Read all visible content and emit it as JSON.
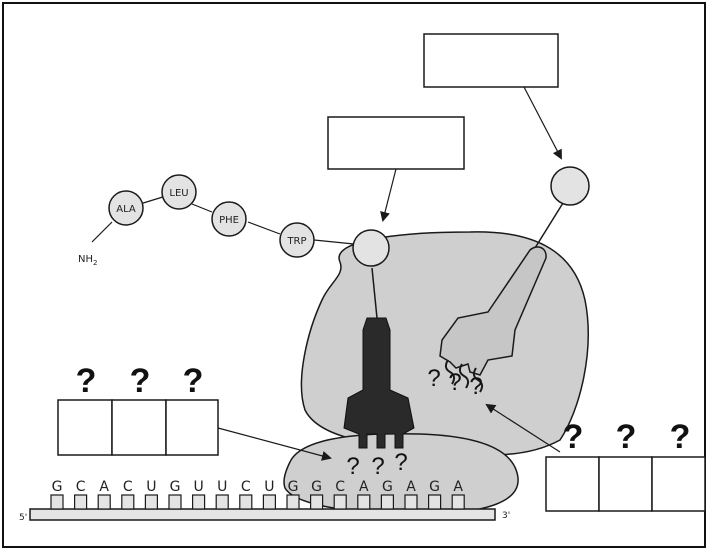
{
  "peptide": {
    "amino_acids": [
      "ALA",
      "LEU",
      "PHE",
      "TRP"
    ],
    "terminus": "NH",
    "terminus_sub": "2"
  },
  "mrna": {
    "sequence": [
      "G",
      "C",
      "A",
      "C",
      "U",
      "G",
      "U",
      "U",
      "C",
      "U",
      "G",
      "G",
      "C",
      "A",
      "G",
      "A",
      "G",
      "A"
    ],
    "five_prime": "5'",
    "three_prime": "3'"
  },
  "unknown_mark": "?",
  "colors": {
    "ribosome": "#cfcfcf",
    "trna_dark": "#2a2a2a",
    "trna_light": "#c6c6c6",
    "circle": "#e3e3e3",
    "stroke": "#1a1a1a"
  }
}
